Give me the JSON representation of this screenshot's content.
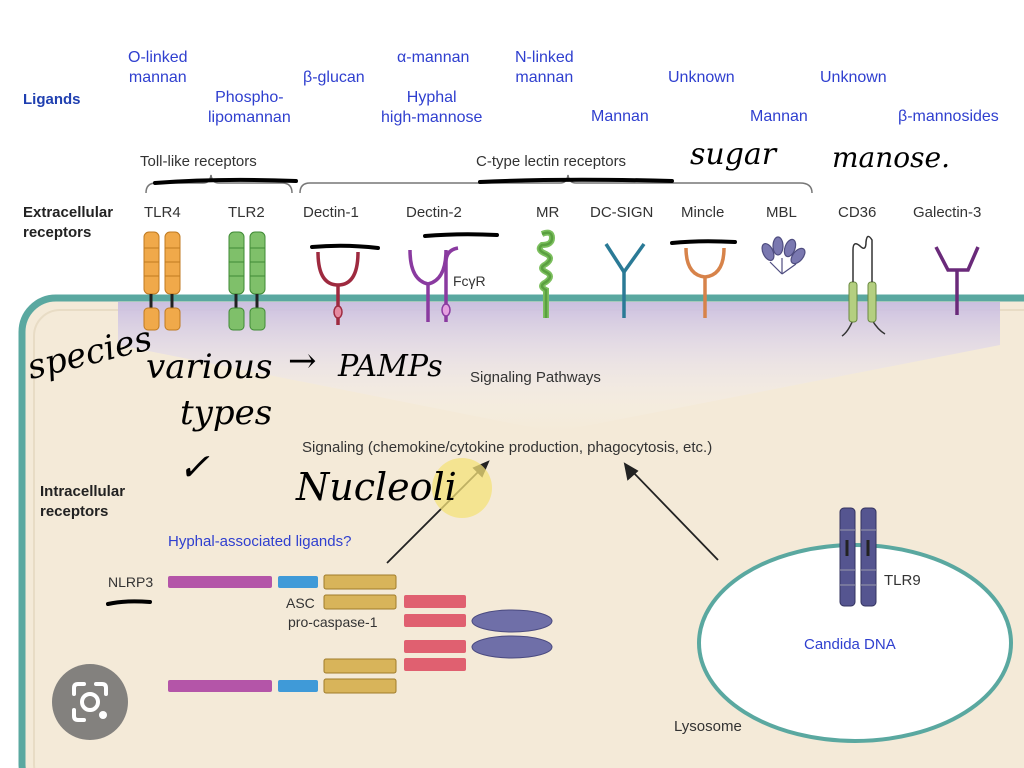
{
  "labels": {
    "ligands": "Ligands",
    "extracellular": "Extracellular\nreceptors",
    "intracellular": "Intracellular\nreceptors",
    "toll_like": "Toll-like receptors",
    "c_type": "C-type lectin receptors",
    "signaling_pathways": "Signaling Pathways",
    "signaling_outcome": "Signaling (chemokine/cytokine production, phagocytosis, etc.)",
    "hyphal_q": "Hyphal-associated ligands?",
    "lysosome": "Lysosome",
    "candida_dna": "Candida DNA",
    "fcgr": "FcγR"
  },
  "ligand_texts": {
    "o_linked": "O-linked\nmannan",
    "phospho": "Phospho-\nlipomannan",
    "b_glucan": "β-glucan",
    "a_mannan": "α-mannan",
    "hyphal_hm": "Hyphal\nhigh-mannose",
    "n_linked": "N-linked\nmannan",
    "mannan_dcsign": "Mannan",
    "unknown_mincle": "Unknown",
    "mannan_mbl": "Mannan",
    "unknown_cd36": "Unknown",
    "b_mannosides": "β-mannosides"
  },
  "receptors": {
    "tlr4": "TLR4",
    "tlr2": "TLR2",
    "dectin1": "Dectin-1",
    "dectin2": "Dectin-2",
    "mr": "MR",
    "dcsign": "DC-SIGN",
    "mincle": "Mincle",
    "mbl": "MBL",
    "cd36": "CD36",
    "galectin3": "Galectin-3",
    "tlr9": "TLR9"
  },
  "inflammasome": {
    "nlrp3": "NLRP3",
    "asc": "ASC",
    "pro_caspase": "pro-caspase-1"
  },
  "handwriting": {
    "sugar": "sugar",
    "manose": "manose.",
    "species": "species",
    "various": "various",
    "types": "types",
    "pamps": "PAMPs",
    "nucleoli": "Nucleoli",
    "check": "✓"
  },
  "colors": {
    "cell_fill": "#f4ead8",
    "cell_border": "#5aa8a0",
    "tlr4": "#f0a94a",
    "tlr2": "#7fc06a",
    "dectin1": "#9e2a3f",
    "dectin2": "#8a3aa0",
    "mr": "#7cbf5e",
    "dcsign": "#2a7a96",
    "mincle": "#d7834a",
    "mbl": "#7a78b0",
    "cd36": "#b4cf80",
    "galectin3": "#6a2a7a",
    "nlrp3": "#b455a8",
    "asc_blue": "#3f9ad8",
    "asc_tan": "#d8b45a",
    "caspase": "#e06070",
    "ellipse": "#6f6fa8",
    "tlr9": "#555590",
    "highlight": "#f4e27a"
  },
  "icons": {
    "lens": "camera-search-icon"
  }
}
